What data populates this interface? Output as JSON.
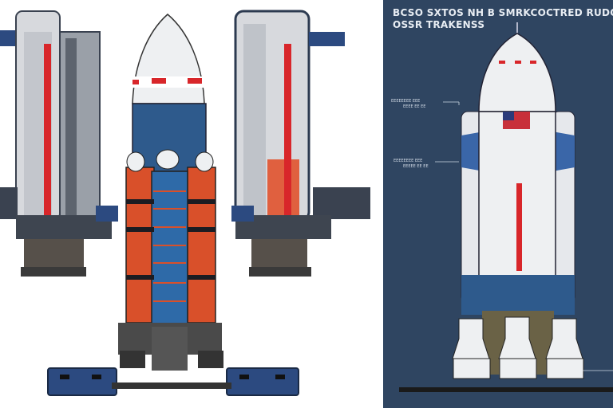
{
  "panel": {
    "title_line1": "BCSO SXTOS NH B SMRKCOCTRED RUDO",
    "title_line2": "OSSR TRAKENSS",
    "label_upper": "EEEEEEEE EEE",
    "label_upper_sub": "EEEE EE EE",
    "label_lower": "EEEEEEEE EEE",
    "label_lower_sub": "EEEEE EE EE"
  },
  "colors": {
    "panel_bg": "#2f4561",
    "rocket_white": "#eef0f2",
    "rocket_blue": "#2e5a8c",
    "booster_orange": "#d9502a",
    "stripe_red": "#d8262a",
    "tower_gray": "#c9ccd1",
    "base_navy": "#2c4a80"
  }
}
